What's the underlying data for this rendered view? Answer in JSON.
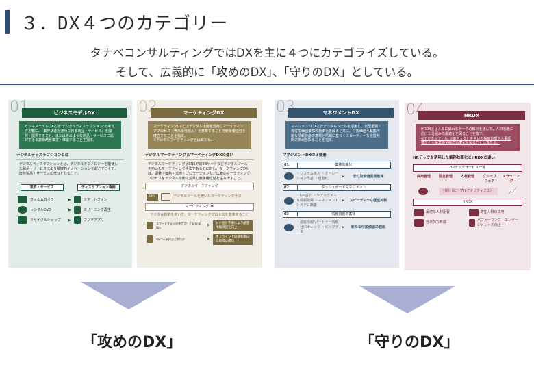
{
  "header": {
    "title": "３．DX４つのカテゴリー",
    "line1": "タナベコンサルティングではDXを主に４つにカテゴライズしている。",
    "line2": "そして、広義的に「攻めのDX」、「守りのDX」としている。"
  },
  "cards": [
    {
      "num": "01",
      "title": "ビジネスモデルDX",
      "desc": "ビジネスモデルDXとは\"デジタルディスラプション\"の考え方を軸に、「業界構造が変わり得る商品・サービス」を開発・提供すること、またはそのような商品・サービスに応対する事業戦略を策定・推進することを指す。",
      "section": "デジタルディスラプションとは",
      "para": "デジタルディスラプションとは、デジタルテクノロジーを駆使した製品・サービスにより破壊的イノベーションを起こすことで、既存製品・サービスの代替となること。",
      "col1": "業界・サービス",
      "col2": "ディスラプション事例",
      "pairs": [
        [
          "フィルムカメラ",
          "スマートフォン"
        ],
        [
          "レンタルDVD",
          "スリーミング再生"
        ],
        [
          "リサイクルショップ",
          "フリマアプリ"
        ]
      ]
    },
    {
      "num": "02",
      "title": "マーケティングDX",
      "desc": "マーケティングDXとはデジタル技術を活用しマーケティングプロセス（売れる仕組み）を変革することで競争優位性を確立することを指す。",
      "note": "※デジタルマーケティングとは異なる。",
      "section": "デジタルマーケティングとマーケティングDXの違い",
      "para": "デジタルマーケティングはSNSやWEBサイトなどデジタルツールを用いたマーケティング手法であるのに対し、マーケティングDXは、開発・価格・流通・プロモーションなど広義のマーケティングプロセスをデジタル技術で変革し競争優位性を生み出すこと。",
      "box1": "デジタルマーケティング",
      "sns": "SNS",
      "box1desc": "デジタルツールを用いたマーケティング手法",
      "box2": "マーケティングDX",
      "box2desc": "デジタル技術を用いて、マーケティングプロセスを変革すること",
      "ex": [
        [
          "スマートフォン決済アプリ「Scan & Go」",
          "レジ会計不要により顧客体験価値を向上"
        ],
        [
          "QRコード付きカタログ",
          "オフライン上の顧客動向の取得に成功"
        ]
      ]
    },
    {
      "num": "03",
      "title": "マネジメントDX",
      "desc": "マネジメントDXとはデジタルツールを活用し、定型業務・非付加価値業務の効率化を図ると共に、付加価値へ転換可能な情報資産の蓄積と情報に基づくスピーディーな経営判断の実現を図ることを指す。",
      "section": "マネジメントDXの３要素",
      "items": [
        {
          "n": "01",
          "h": "業務効率化",
          "list": "・システム導入 ・オペレーション改善 ・自動化",
          "r": "非付加価値業務削減"
        },
        {
          "n": "02",
          "h": "ダッシュボードマネジメント",
          "list": "・KPI設計 ・リアルタイムな情報取得 ・マネジメントシステム構築",
          "r": "スピーディーな経営判断"
        },
        {
          "n": "03",
          "h": "情報資産の蓄積",
          "list": "・顧客情報/パートナー情報 ・社内ナレッジ ・ビッグデータ",
          "r": "新たな付加価値の創出"
        }
      ]
    },
    {
      "num": "04",
      "title": "HRDX",
      "desc": "HRDXとは人事に関わるデータの解析を通して、人材活躍に向けた仕組みの最適化を図ることを指す。",
      "note": "※デジタルツール（HRテック）を用いた採用管理や人事評価など人事業務全般の効率化を図ることは異なる。",
      "section": "HRテックを活用した業務効率化とHRDXの違い",
      "box1": "HRテックサービス一覧",
      "services": [
        "採用管理",
        "勤怠管理",
        "人材管理",
        "グループウェア",
        "eラーニング"
      ],
      "analysis": "分析（ピープルアナリティクス）",
      "box2": "HRDX",
      "results": [
        "最適な人材配置",
        "適性人材の採用",
        "効果的な育成",
        "パフォーマンス・エンゲージメントの向上"
      ]
    }
  ],
  "labels": {
    "offense": "「攻めのDX」",
    "defense": "「守りのDX」"
  },
  "colors": {
    "c1": "#1e5e3c",
    "c2": "#7b6b40",
    "c3": "#34556f",
    "c4": "#7c2f42"
  }
}
